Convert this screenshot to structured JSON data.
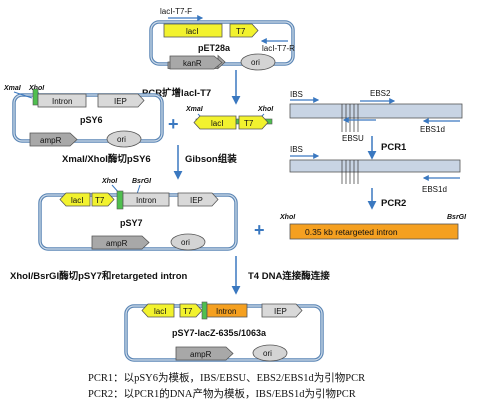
{
  "pet28a": {
    "name": "pET28a",
    "laci": "lacI",
    "t7": "T7",
    "kan": "kanR",
    "ori": "ori",
    "primer_f": "lacI-T7-F",
    "primer_r": "lacI-T7-R"
  },
  "step_pcr_laci": "PCR扩增lacI-T7",
  "insert": {
    "site_left": "XmaI",
    "site_right": "XhoI",
    "laci": "lacI",
    "t7": "T7"
  },
  "psy6": {
    "name": "pSY6",
    "site_left": "XmaI",
    "site_right": "XhoI",
    "intron": "Intron",
    "iep": "IEP",
    "amp": "ampR",
    "ori": "ori"
  },
  "step_digest_psy6": "XmaI/XhoI酶切pSY6",
  "step_gibson": "Gibson组装",
  "plus1": "+",
  "psy7": {
    "name": "pSY7",
    "site_left": "XhoI",
    "site_right": "BsrGI",
    "laci": "lacI",
    "t7": "T7",
    "intron": "Intron",
    "iep": "IEP",
    "amp": "ampR",
    "ori": "ori"
  },
  "pcr_panel": {
    "ibs_top": "IBS",
    "ebs2": "EBS2",
    "ebsu": "EBSU",
    "ebs1d_top": "EBS1d",
    "pcr1": "PCR1",
    "ibs_mid": "IBS",
    "ebs1d_mid": "EBS1d",
    "pcr2": "PCR2",
    "site_left": "XhoI",
    "site_right": "BsrGI",
    "product": "0.35 kb retargeted intron"
  },
  "plus2": "+",
  "step_digest_psy7": "XhoI/BsrGI酶切pSY7和retargeted intron",
  "step_ligation": "T4 DNA连接酶连接",
  "final": {
    "name": "pSY7-lacZ-635s/1063a",
    "laci": "lacI",
    "t7": "T7",
    "intron": "Intron",
    "iep": "IEP",
    "amp": "ampR",
    "ori": "ori"
  },
  "captions": [
    "PCR1：以pSY6为模板，IBS/EBSU、EBS2/EBS1d为引物PCR",
    "PCR2：以PCR1的DNA产物为模板，IBS/EBS1d为引物PCR"
  ],
  "colors": {
    "yellow": "#f2f22e",
    "green": "#4fbf4f",
    "orange": "#f5a020",
    "gray": "#a8a8a8",
    "light_gray": "#d4d4d4",
    "blue_outline": "#5b86b5",
    "arrow_blue": "#3a78c0"
  }
}
